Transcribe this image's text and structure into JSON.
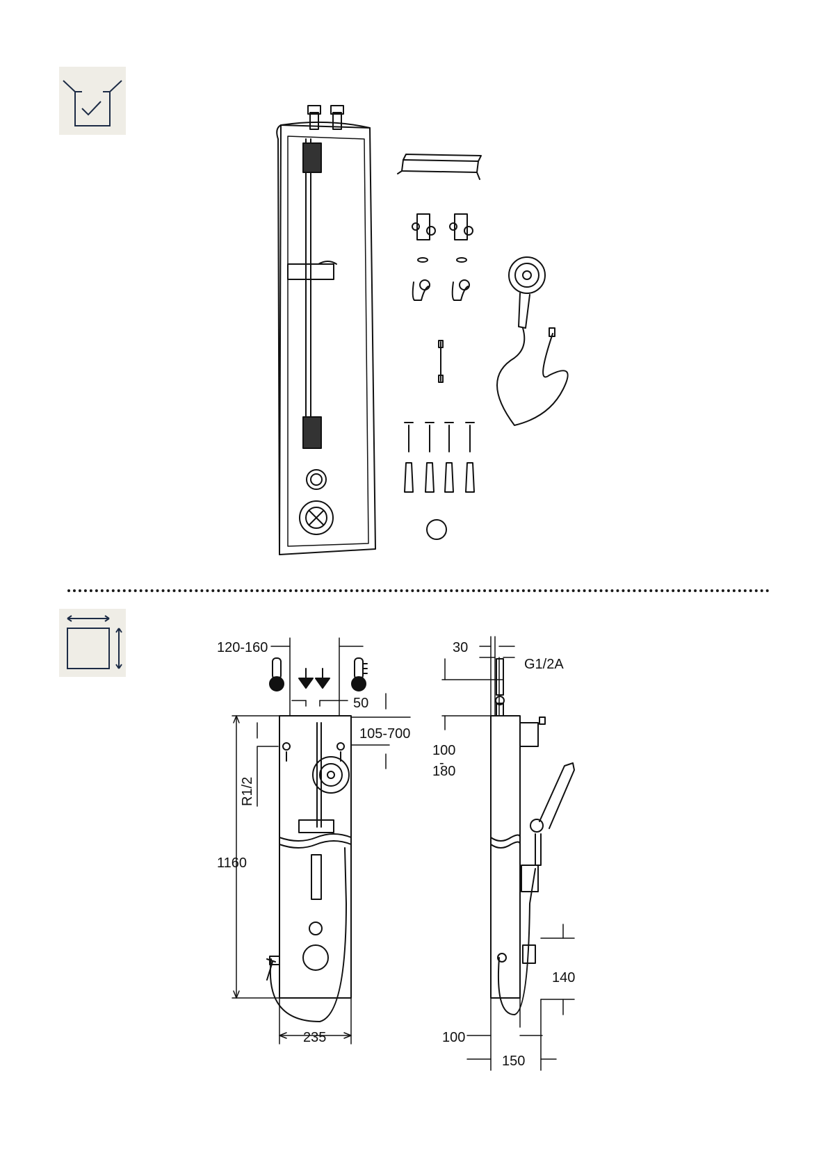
{
  "sections": {
    "scope": {
      "icon": "box-with-checkmark-icon"
    },
    "dimensions": {
      "icon": "square-with-dimension-arrows-icon"
    }
  },
  "dimensions": {
    "front": {
      "connection_spacing": "120-160",
      "outlet_spacing": "50",
      "height_range": "105-700",
      "thread": "R1/2",
      "height": "1160",
      "width": "235"
    },
    "side": {
      "offset": "30",
      "thread": "G1/2A",
      "top_a": "100",
      "top_sep": "-",
      "top_b": "180",
      "hose_height": "140",
      "bottom_offset": "100",
      "depth": "150"
    }
  },
  "icons": {
    "hot": "thermometer-hot-icon",
    "cold": "thermometer-cold-icon",
    "flow": "flow-direction-arrows-icon"
  }
}
